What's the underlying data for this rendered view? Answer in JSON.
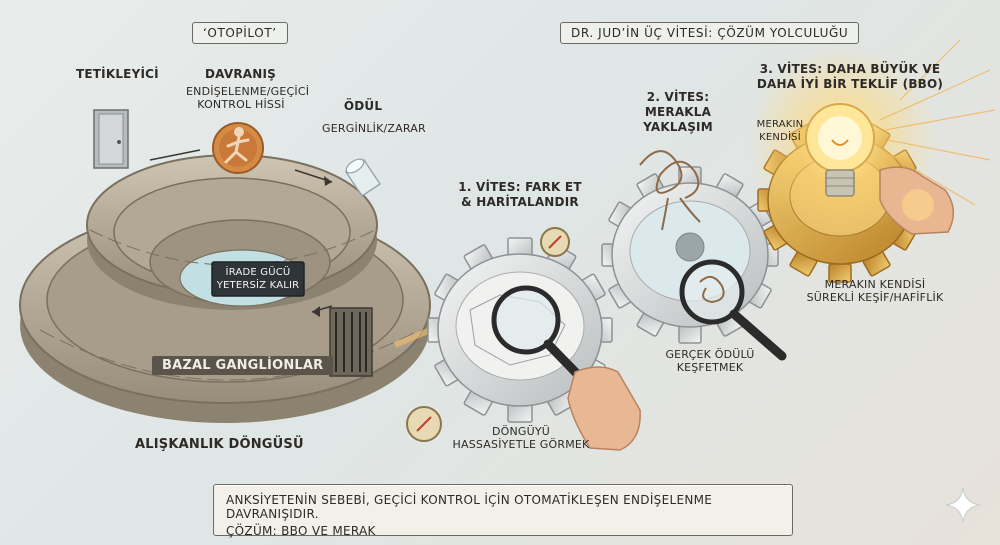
{
  "left_section": {
    "title": "‘OTOPİLOT’",
    "trigger_label": "TETİKLEYİCİ",
    "behavior_title": "DAVRANIŞ",
    "behavior_desc": "ENDİŞELENME/GEÇİCİ\nKONTROL HİSSİ",
    "reward_title": "ÖDÜL",
    "reward_desc": "GERGİNLİK/ZARAR",
    "willpower_sign": "İRADE GÜCÜ\nYETERSİZ KALIR",
    "basal_label": "BAZAL GANGLİONLAR",
    "habit_loop_label": "ALIŞKANLIK DÖNGÜSÜ"
  },
  "right_section": {
    "title": "DR. JUD’İN ÜÇ VİTESİ: ÇÖZÜM YOLCULUĞU",
    "gear1_title": "1. VİTES: FARK ET\n& HARİTALANDIR",
    "gear1_caption": "DÖNGÜYÜ\nHASSASİYETLE GÖRMEK",
    "gear2_title": "2. VİTES:\nMERAKLA YAKLAŞIM",
    "gear2_caption": "GERÇEK ÖDÜLÜ\nKEŞFETMEK",
    "gear3_title": "3. VİTES: DAHA BÜYÜK VE\nDAHA İYİ BİR TEKLİF (BBO)",
    "gear3_side": "MERAKIN\nKENDİSİ",
    "gear3_caption": "MERAKIN KENDİSİ\nSÜREKLİ KEŞİF/HAFİFLİK"
  },
  "summary": {
    "line1": "ANKSİYETENİN SEBEBİ, GEÇİCİ KONTROL İÇİN OTOMATİKLEŞEN ENDİŞELENME DAVRANIŞIDIR.",
    "line2": "ÇÖZÜM: BBO VE MERAK"
  },
  "colors": {
    "stone": "#b9ae9c",
    "stone_dark": "#8c8270",
    "gear_silver": "#d9dcdc",
    "gear_gold": "#d9a84a",
    "bulb_glow": "#ffe08a",
    "accent_orange": "#d9823a"
  },
  "icons": [
    "door-icon",
    "person-icon",
    "jar-icon",
    "magnifier-icon",
    "compass-icon",
    "tangled-string-icon",
    "lightbulb-icon",
    "hand-icon",
    "sparkle-icon",
    "gate-icon"
  ]
}
